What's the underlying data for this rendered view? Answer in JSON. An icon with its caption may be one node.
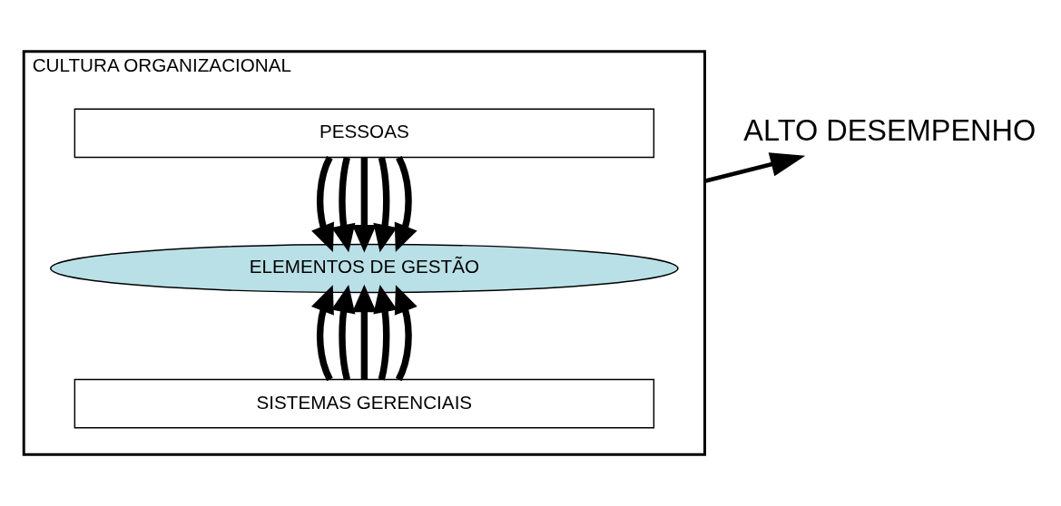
{
  "diagram": {
    "nodes": [
      {
        "text": [
          "CULTURA ORGANIZACIONAL"
        ]
      },
      {
        "text": [
          "PESSOAS"
        ],
        "in": 0
      },
      {
        "text": [
          "ELEMENTOS DE GESTÃO"
        ],
        "in": 0
      },
      {
        "text": [
          "SISTEMAS GERENCIAIS"
        ],
        "in": 0
      },
      {
        "text": [
          "ALTO DESEMPENHO"
        ]
      }
    ],
    "edges": [
      {
        "from": 1,
        "to": 2,
        "arrow": "to"
      },
      {
        "from": 1,
        "to": 2,
        "arrow": "to"
      },
      {
        "from": 1,
        "to": 2,
        "arrow": "to"
      },
      {
        "from": 1,
        "to": 2,
        "arrow": "to"
      },
      {
        "from": 1,
        "to": 2,
        "arrow": "to"
      },
      {
        "from": 3,
        "to": 2,
        "arrow": "to"
      },
      {
        "from": 3,
        "to": 2,
        "arrow": "to"
      },
      {
        "from": 3,
        "to": 2,
        "arrow": "to"
      },
      {
        "from": 3,
        "to": 2,
        "arrow": "to"
      },
      {
        "from": 3,
        "to": 2,
        "arrow": "to"
      },
      {
        "from": 0,
        "to": 4,
        "arrow": "to"
      }
    ]
  }
}
